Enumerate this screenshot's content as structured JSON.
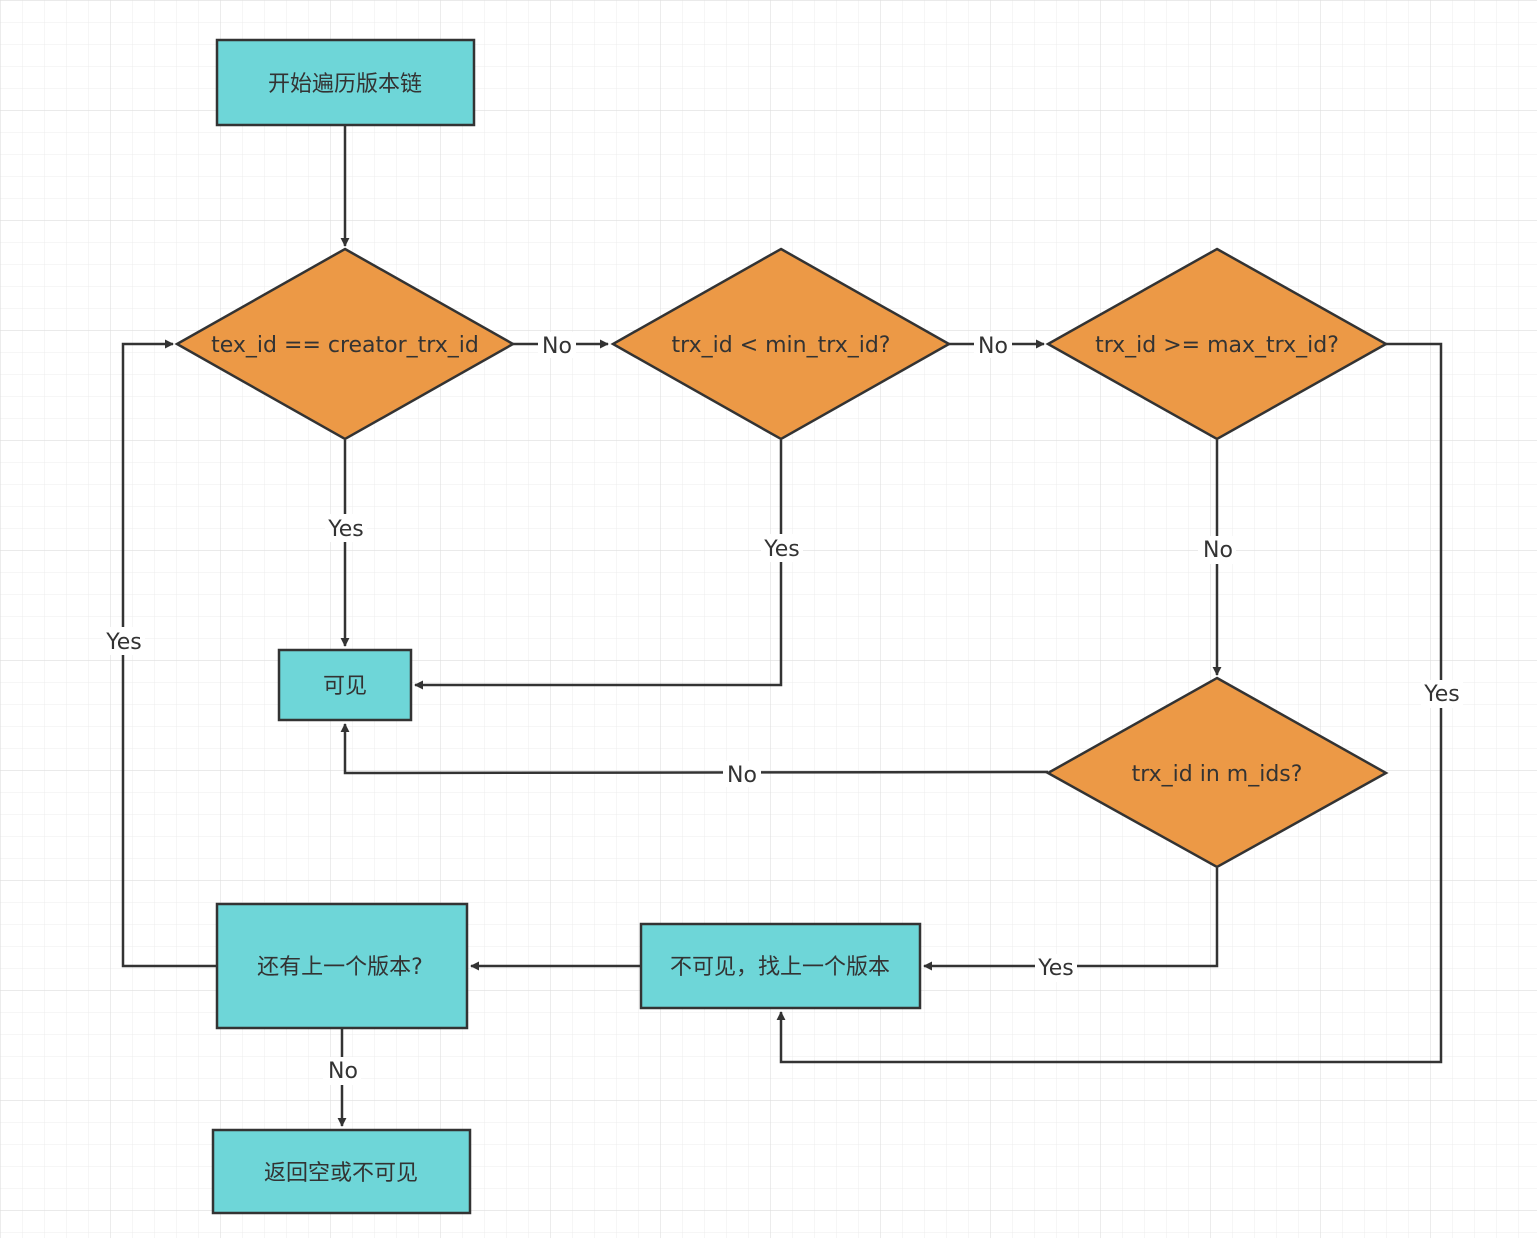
{
  "nodes": {
    "start": "开始遍历版本链",
    "check_creator": "tex_id == creator_trx_id",
    "check_min": "trx_id < min_trx_id?",
    "check_max": "trx_id >= max_trx_id?",
    "check_mids": "trx_id in m_ids?",
    "visible": "可见",
    "not_visible_prev": "不可见，找上一个版本",
    "has_prev": "还有上一个版本?",
    "return_empty": "返回空或不可见"
  },
  "edges": {
    "creator_no": "No",
    "creator_yes": "Yes",
    "min_no": "No",
    "min_yes": "Yes",
    "max_no": "No",
    "max_yes": "Yes",
    "mids_no": "No",
    "mids_yes": "Yes",
    "prev_yes": "Yes",
    "prev_no": "No"
  },
  "colors": {
    "process_fill": "#6ed6d8",
    "decision_fill": "#ec9946",
    "stroke": "#333333",
    "grid": "#e8e8e8"
  }
}
